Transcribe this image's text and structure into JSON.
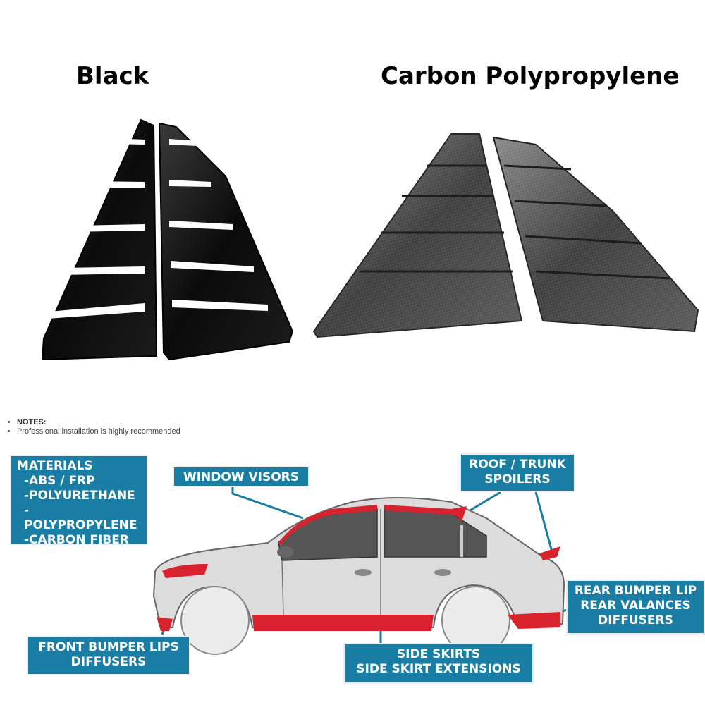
{
  "headings": {
    "black": "Black",
    "carbon": "Carbon Polypropylene"
  },
  "notes": {
    "title": "NOTES:",
    "line": "Professional installation is highly recommended"
  },
  "diagram": {
    "materials_title": "MATERIALS",
    "materials": [
      "-ABS / FRP",
      "-POLYURETHANE",
      "-POLYPROPYLENE",
      "-CARBON FIBER"
    ],
    "window_visors": "WINDOW VISORS",
    "spoilers_1": "ROOF / TRUNK",
    "spoilers_2": "SPOILERS",
    "rear_1": "REAR BUMPER LIP",
    "rear_2": "REAR VALANCES",
    "rear_3": "DIFFUSERS",
    "front_1": "FRONT BUMPER LIPS",
    "front_2": "DIFFUSERS",
    "skirts_1": "SIDE SKIRTS",
    "skirts_2": "SIDE SKIRT EXTENSIONS"
  },
  "colors": {
    "label_bg": "#1a7da3",
    "accent_red": "#d8232f",
    "car_body": "#dcdcdc"
  }
}
